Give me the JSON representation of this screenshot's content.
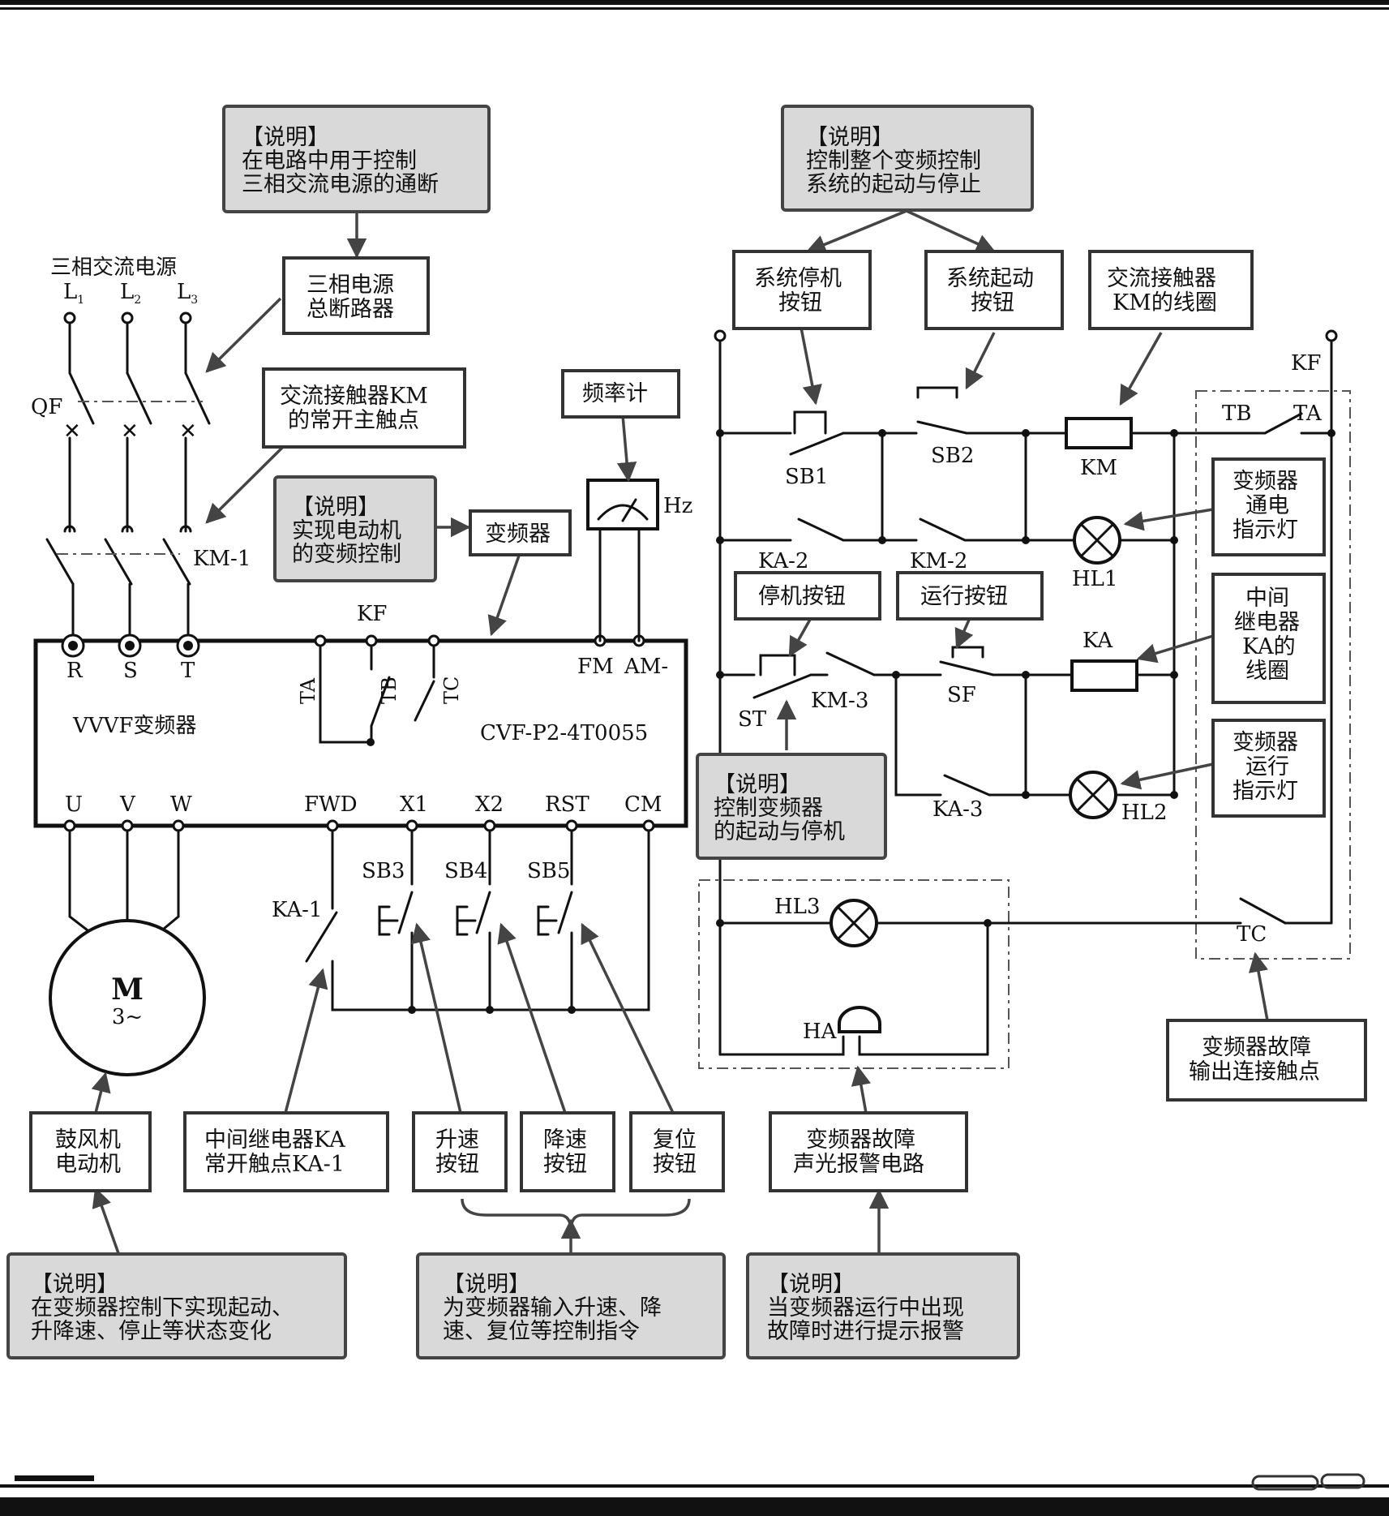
{
  "notes": {
    "n1": [
      "【说明】",
      "在电路中用于控制",
      "三相交流电源的通断"
    ],
    "n2": [
      "【说明】",
      "控制整个变频控制",
      "系统的起动与停止"
    ],
    "n3": [
      "【说明】",
      "实现电动机",
      "的变频控制"
    ],
    "n4": [
      "【说明】",
      "控制变频器",
      "的起动与停机"
    ],
    "n5": [
      "【说明】",
      "在变频器控制下实现起动、",
      "升降速、停止等状态变化"
    ],
    "n6": [
      "【说明】",
      "为变频器输入升速、降",
      "速、复位等控制指令"
    ],
    "n7": [
      "【说明】",
      "当变频器运行中出现",
      "故障时进行提示报警"
    ]
  },
  "boxes": {
    "breaker": [
      "三相电源",
      "总断路器"
    ],
    "km_main": [
      "交流接触器KM",
      "的常开主触点"
    ],
    "inverter": [
      "变频器"
    ],
    "freq_meter": [
      "频率计"
    ],
    "stop_sys": [
      "系统停机",
      "按钮"
    ],
    "start_sys": [
      "系统起动",
      "按钮"
    ],
    "km_coil": [
      "交流接触器",
      "KM的线圈"
    ],
    "hl1_desc": [
      "变频器",
      "通电",
      "指示灯"
    ],
    "stop_btn": [
      "停机按钮"
    ],
    "run_btn": [
      "运行按钮"
    ],
    "ka_coil": [
      "中间",
      "继电器",
      "KA的",
      "线圈"
    ],
    "hl2_desc": [
      "变频器",
      "运行",
      "指示灯"
    ],
    "fan": [
      "鼓风机",
      "电动机"
    ],
    "ka1_desc": [
      "中间继电器KA",
      "常开触点KA-1"
    ],
    "up_btn": [
      "升速",
      "按钮"
    ],
    "down_btn": [
      "降速",
      "按钮"
    ],
    "reset_btn": [
      "复位",
      "按钮"
    ],
    "alarm": [
      "变频器故障",
      "声光报警电路"
    ],
    "fault_contact": [
      "变频器故障",
      "输出连接触点"
    ]
  },
  "labels": {
    "source": "三相交流电源",
    "L": "L",
    "L1_sub": "1",
    "L2_sub": "2",
    "L3_sub": "3",
    "QF": "QF",
    "KM1": "KM-1",
    "KF": "KF",
    "TA": "TA",
    "TB": "TB",
    "TC": "TC",
    "R": "R",
    "S": "S",
    "T": "T",
    "FM": "FM",
    "AM": "AM-",
    "Hz": "Hz",
    "vvvf": "VVVF变频器",
    "model": "CVF-P2-4T0055",
    "U": "U",
    "V": "V",
    "W": "W",
    "FWD": "FWD",
    "X1": "X1",
    "X2": "X2",
    "RST": "RST",
    "CM": "CM",
    "KA1": "KA-1",
    "SB3": "SB3",
    "SB4": "SB4",
    "SB5": "SB5",
    "motor_M": "M",
    "motor_phase": "3~",
    "SB1": "SB1",
    "SB2": "SB2",
    "KM": "KM",
    "KA2": "KA-2",
    "KM2": "KM-2",
    "HL1": "HL1",
    "ST": "ST",
    "KM3": "KM-3",
    "SF": "SF",
    "KA": "KA",
    "KA3": "KA-3",
    "HL2": "HL2",
    "HL3": "HL3",
    "HA": "HA"
  },
  "colors": {
    "note_fill": "#d9d9d9",
    "line": "#111111",
    "arrow": "#444444"
  }
}
